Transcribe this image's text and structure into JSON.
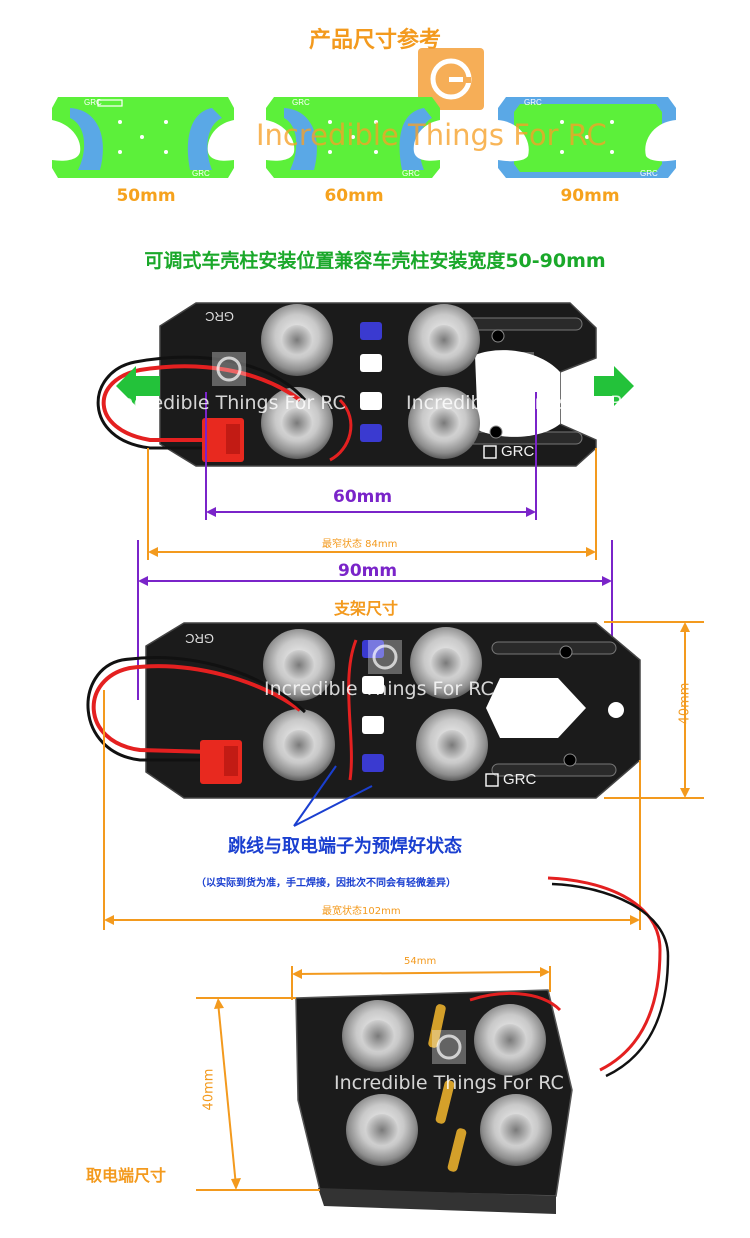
{
  "title": "产品尺寸参考",
  "plates": [
    {
      "label": "50mm"
    },
    {
      "label": "60mm"
    },
    {
      "label": "90mm"
    }
  ],
  "subtitle": "可调式车壳柱安装位置兼容车壳柱安装宽度50-90mm",
  "brand": "GRC",
  "watermark": "Incredible Things For RC",
  "dimensions": {
    "d60": "60mm",
    "narrow": "最窄状态 84mm",
    "d90": "90mm",
    "bracket": "支架尺寸",
    "h40": "40mm",
    "widest": "最宽状态102mm",
    "w54": "54mm",
    "h40b": "40mm",
    "terminal": "取电端尺寸"
  },
  "notes": {
    "presolder": "跳线与取电端子为预焊好状态",
    "disclaimer": "（以实际到货为准，手工焊接，因批次不同会有轻微差异）"
  },
  "colors": {
    "orange": "#f39a1e",
    "green": "#1aa82a",
    "purple": "#7a24c9",
    "blue": "#1a3fd0",
    "plate_green": "#5cf03a",
    "plate_blue": "#5aa8e6",
    "pcb": "#1b1b1b"
  }
}
